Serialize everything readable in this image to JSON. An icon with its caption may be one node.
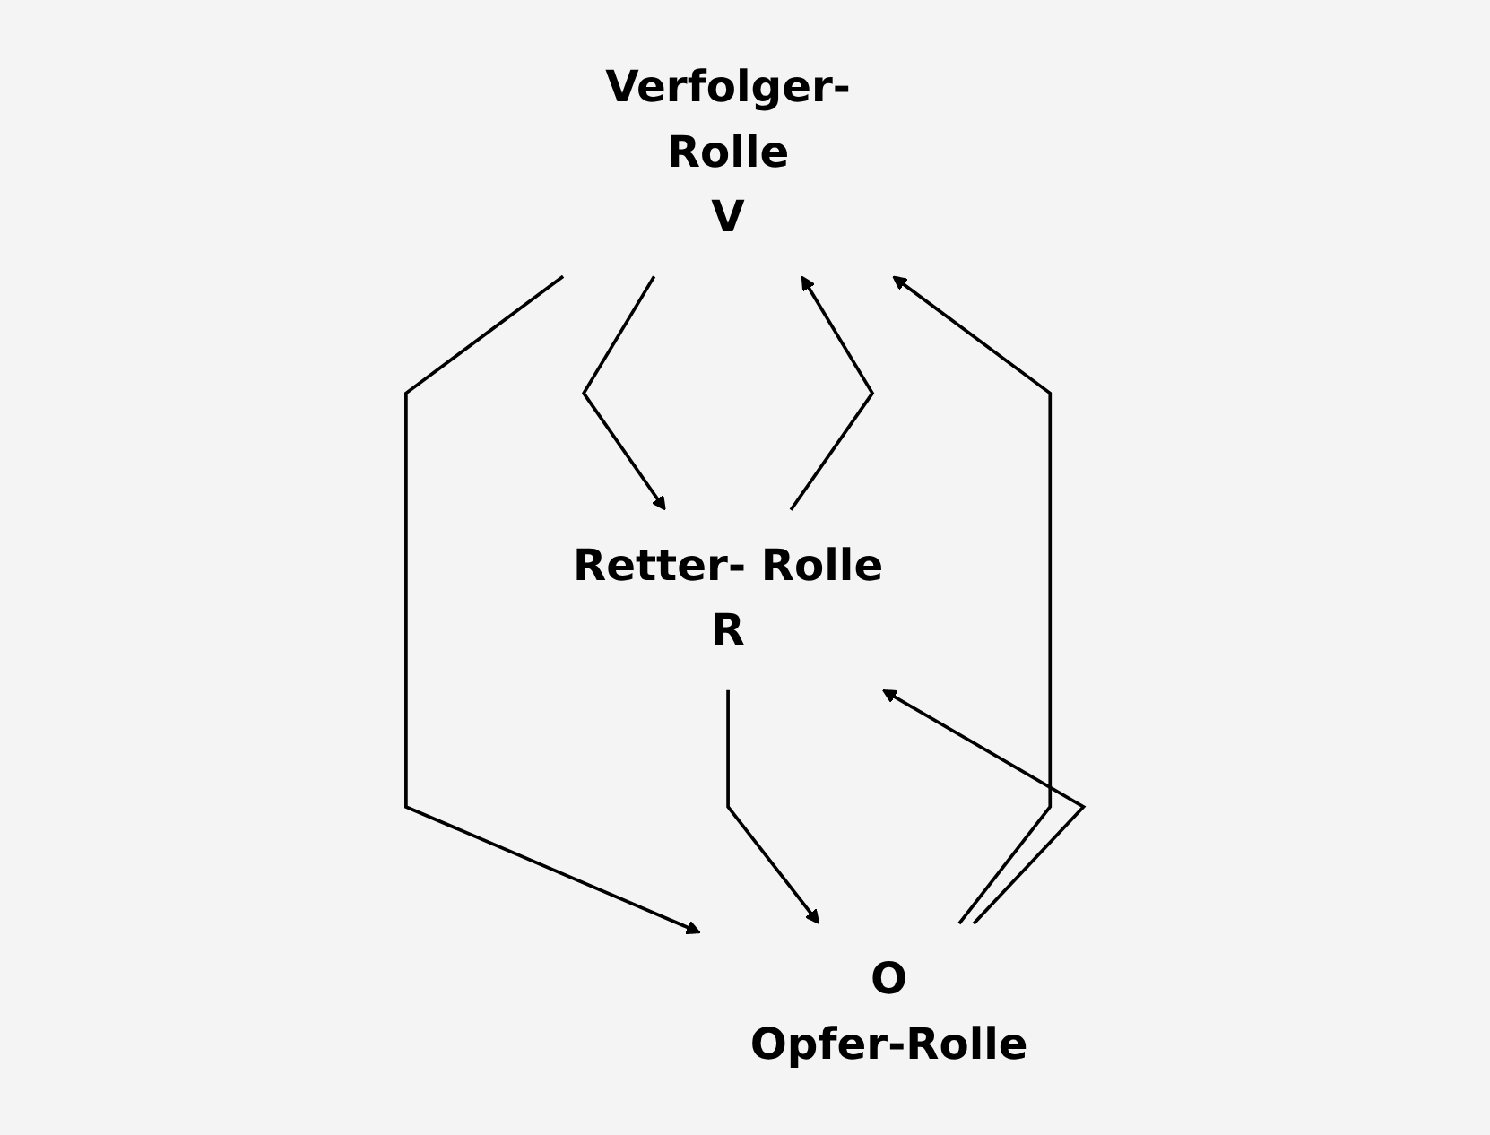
{
  "diagram": {
    "nodes": [
      {
        "text": [
          "Verfolger-Rolle",
          "V"
        ]
      },
      {
        "text": [
          "Retter- Rolle",
          "R"
        ]
      },
      {
        "text": [
          "O",
          "Opfer-Rolle"
        ]
      }
    ],
    "edges": [
      {
        "from": 1,
        "to": 0,
        "arrow": "to"
      },
      {
        "from": 0,
        "to": 1,
        "arrow": "to"
      },
      {
        "from": 0,
        "to": 2,
        "arrow": "to"
      },
      {
        "from": 2,
        "to": 0,
        "arrow": "to"
      },
      {
        "from": 2,
        "to": 1,
        "arrow": "to"
      },
      {
        "from": 1,
        "to": 2,
        "arrow": "to"
      }
    ]
  }
}
